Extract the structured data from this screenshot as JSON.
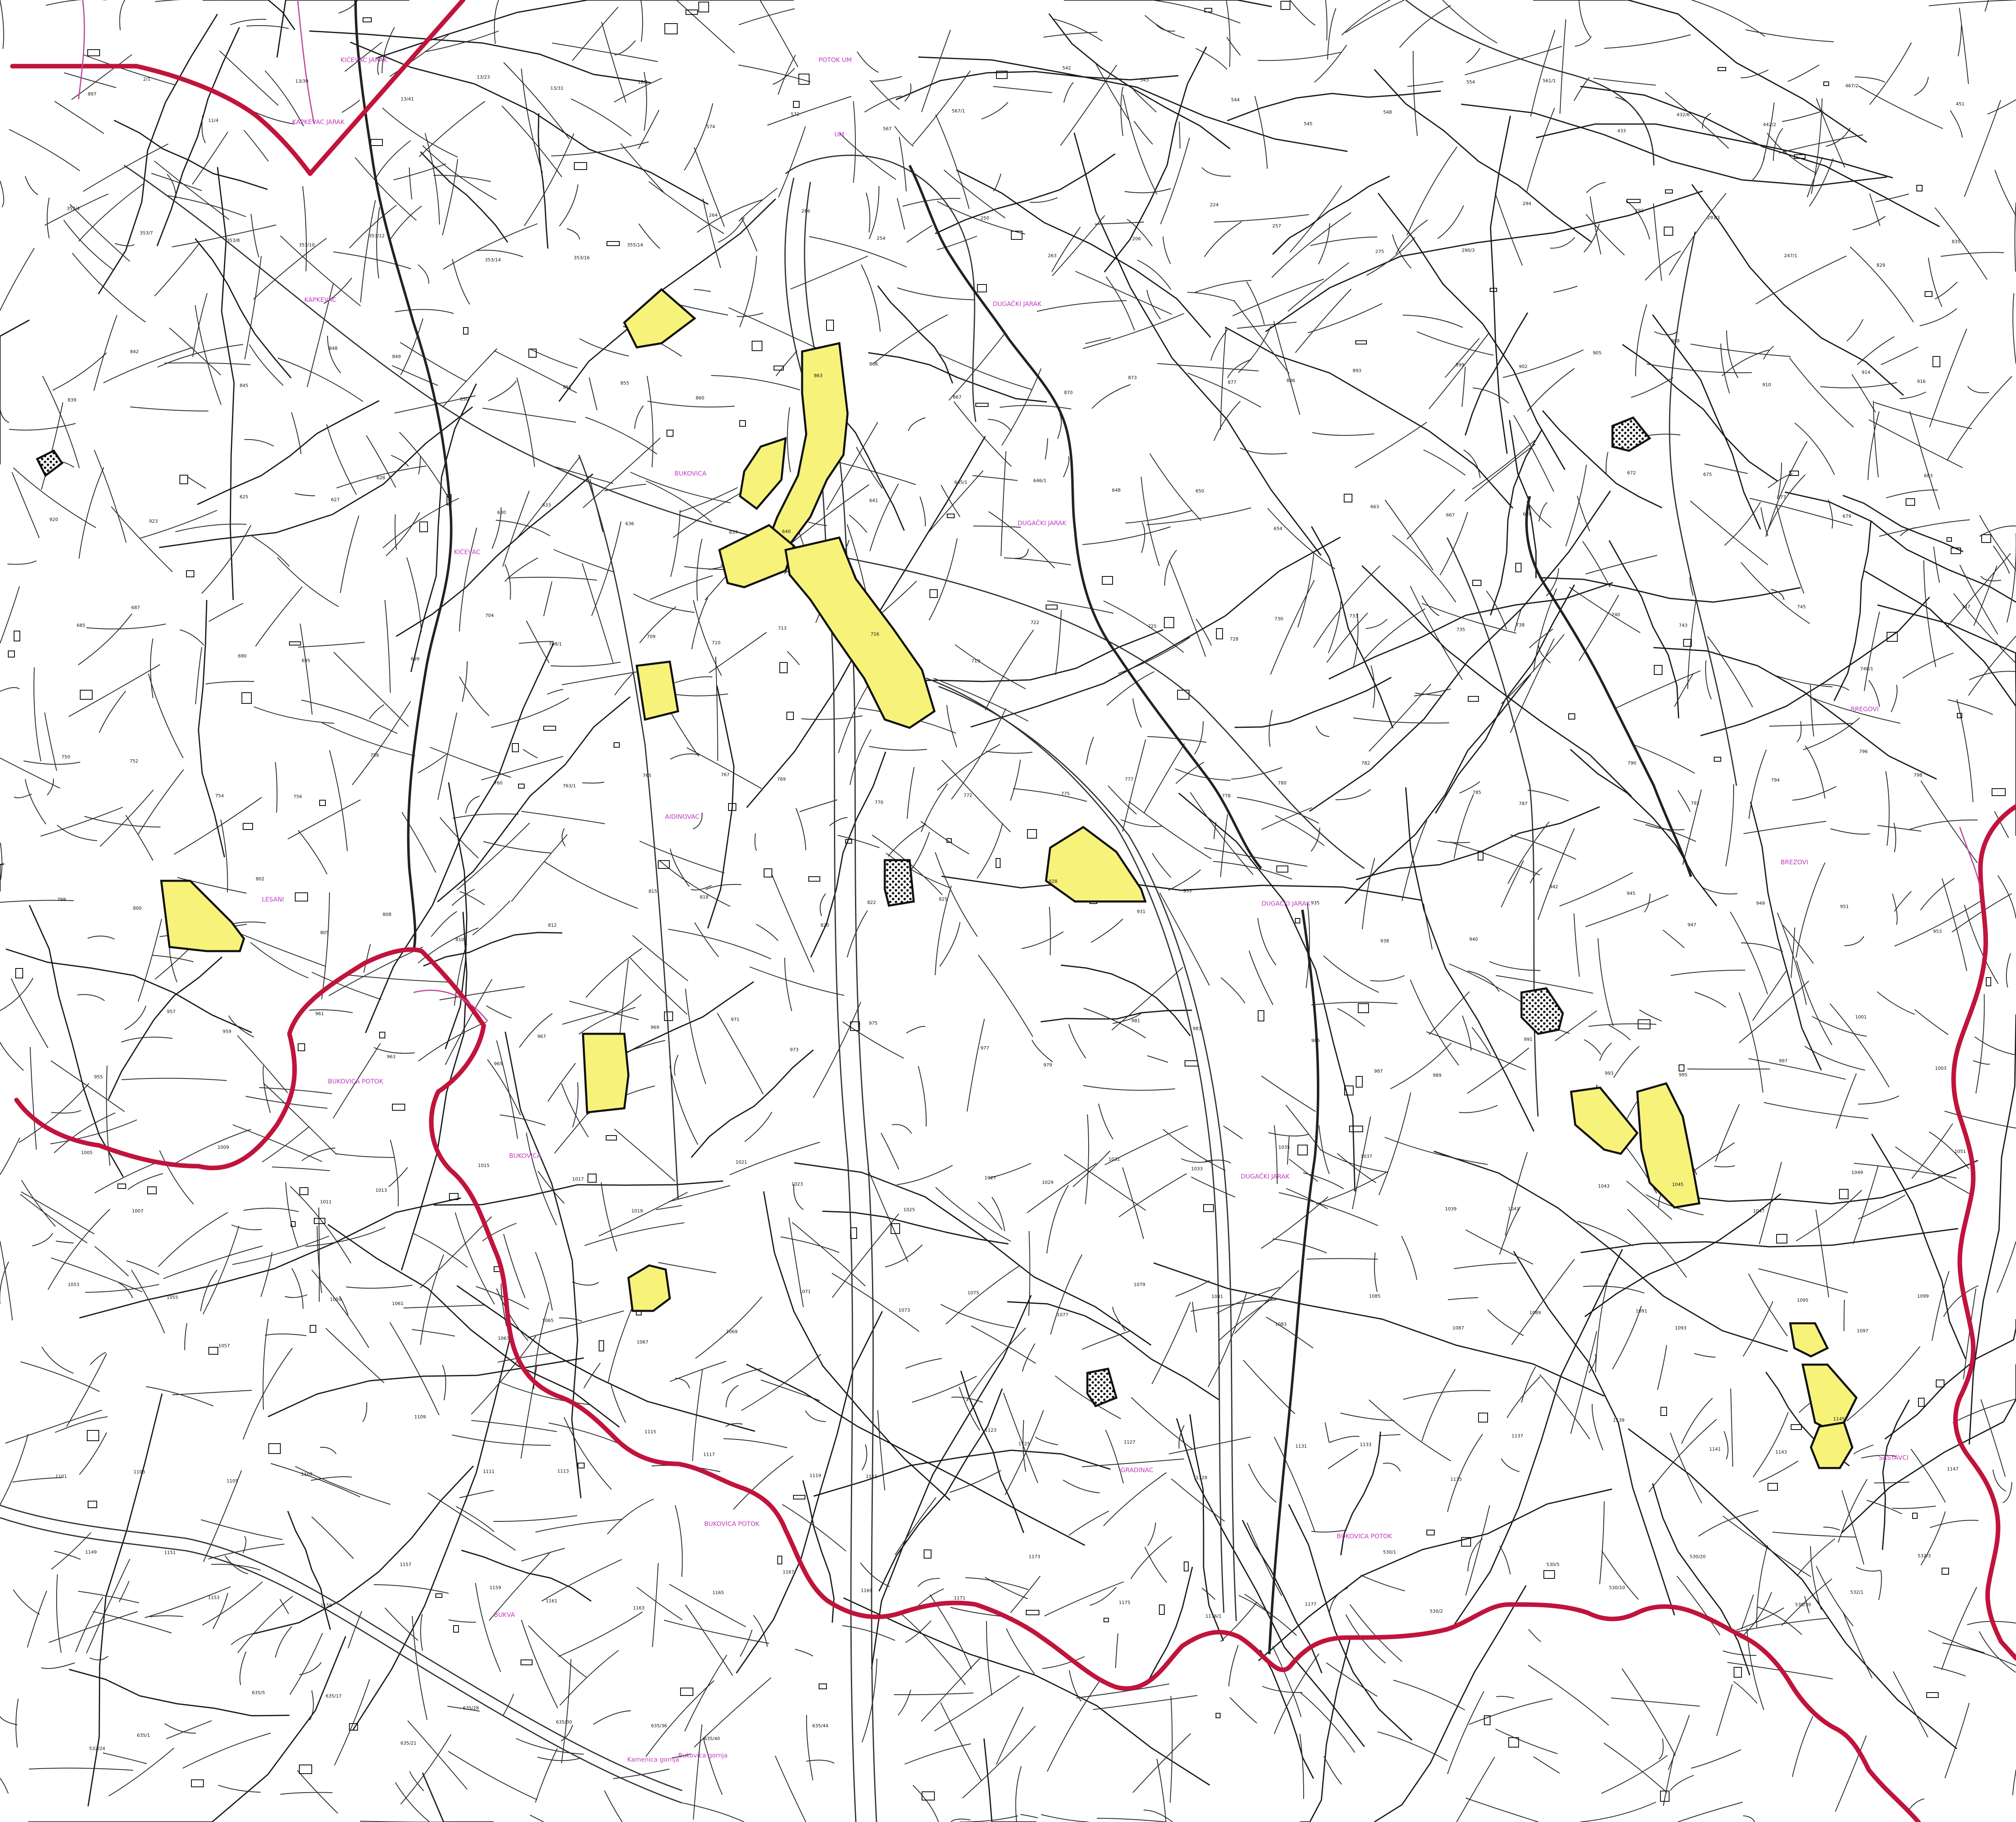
{
  "map": {
    "colors": {
      "boundary": "#c0143c",
      "highlight": "#f7f27a",
      "place_label": "#c03cc0",
      "parcel_line": "#1a1a1a"
    },
    "place_names": [
      "UM",
      "POTOK UM",
      "KAPKEVAC",
      "DUGAČKI JARAK",
      "DUGAČKI JARAK",
      "DUGAČKI JARAK",
      "DUGAČKI JARAK",
      "BUKOVICA",
      "BUKOVICA",
      "BREGOVI",
      "BREZOVI",
      "KIĆEVAC",
      "AIDINOVAC",
      "LESANI",
      "BUKOVICA POTOK",
      "GRADINAC",
      "KIĆEVAC JARAK",
      "SASTAVCI",
      "BUKOVICA POTOK",
      "BUKOVICA POTOK",
      "Bukovica gornja",
      "KAPKEVAC JARAK",
      "BUKVA",
      "Kamenica gornja"
    ],
    "parcel_numbers": [
      "897",
      "2/1",
      "11/4",
      "13/39",
      "13/41",
      "13/23",
      "13/31",
      "12/1",
      "574",
      "572",
      "567",
      "567/1",
      "542",
      "543",
      "544",
      "545",
      "548",
      "554",
      "561/1",
      "433",
      "432/6",
      "442/2",
      "467/2",
      "451",
      "353/4",
      "353/7",
      "353/8",
      "353/10",
      "353/12",
      "353/14",
      "353/16",
      "355/14",
      "264",
      "266",
      "254",
      "250",
      "263",
      "206",
      "224",
      "257",
      "275",
      "290/3",
      "294",
      "292",
      "293/1",
      "247/1",
      "829",
      "835",
      "839",
      "842",
      "845",
      "848",
      "849",
      "850",
      "851",
      "855",
      "860",
      "863",
      "866",
      "867",
      "870",
      "873",
      "877",
      "886",
      "893",
      "899",
      "902",
      "905",
      "908",
      "910",
      "914",
      "916",
      "920",
      "923",
      "625",
      "627",
      "628",
      "630",
      "633",
      "636",
      "637",
      "640",
      "641",
      "645/1",
      "646/1",
      "648",
      "650",
      "654",
      "663",
      "667",
      "670",
      "672",
      "675",
      "677",
      "679",
      "683",
      "685",
      "687",
      "690",
      "695",
      "699",
      "704",
      "708/1",
      "709",
      "710",
      "713",
      "716",
      "719",
      "722",
      "725",
      "728",
      "730",
      "733",
      "735",
      "738",
      "740",
      "743",
      "745",
      "746/1",
      "747",
      "750",
      "752",
      "754",
      "756",
      "758",
      "760",
      "763/1",
      "765",
      "767",
      "769",
      "770",
      "772",
      "775",
      "777",
      "778",
      "780",
      "782",
      "785",
      "787",
      "790",
      "792",
      "794",
      "796",
      "798",
      "799",
      "800",
      "802",
      "805",
      "808",
      "810",
      "812",
      "815",
      "818",
      "820",
      "822",
      "825",
      "828",
      "931",
      "933",
      "935",
      "938",
      "940",
      "942",
      "945",
      "947",
      "949",
      "951",
      "953",
      "955",
      "957",
      "959",
      "961",
      "963",
      "965",
      "967",
      "969",
      "971",
      "973",
      "975",
      "977",
      "979",
      "981",
      "983",
      "985",
      "987",
      "989",
      "991",
      "993",
      "995",
      "997",
      "1001",
      "1003",
      "1005",
      "1007",
      "1009",
      "1011",
      "1013",
      "1015",
      "1017",
      "1019",
      "1021",
      "1023",
      "1025",
      "1027",
      "1029",
      "1031",
      "1033",
      "1035",
      "1037",
      "1039",
      "1041",
      "1043",
      "1045",
      "1047",
      "1049",
      "1051",
      "1053",
      "1055",
      "1057",
      "1059",
      "1061",
      "1063",
      "1065",
      "1067",
      "1069",
      "1071",
      "1073",
      "1075",
      "1077",
      "1079",
      "1081",
      "1083",
      "1085",
      "1087",
      "1089",
      "1091",
      "1093",
      "1095",
      "1097",
      "1099",
      "1101",
      "1103",
      "1105",
      "1107",
      "1109",
      "1111",
      "1113",
      "1115",
      "1117",
      "1119",
      "1121",
      "1123",
      "1125",
      "1127",
      "1129",
      "1131",
      "1133",
      "1135",
      "1137",
      "1139",
      "1141",
      "1143",
      "1145",
      "1147",
      "1149",
      "1151",
      "1153",
      "1155",
      "1157",
      "1159",
      "1161",
      "1163",
      "1165",
      "1167",
      "1169",
      "1171",
      "1173",
      "1175",
      "1176/1",
      "1177",
      "530/1",
      "530/2",
      "530/5",
      "530/10",
      "530/20",
      "530/30",
      "532/1",
      "532/3",
      "532/24",
      "635/1",
      "635/5",
      "635/17",
      "635/21",
      "635/28",
      "635/30",
      "635/36",
      "635/40",
      "635/44"
    ]
  }
}
